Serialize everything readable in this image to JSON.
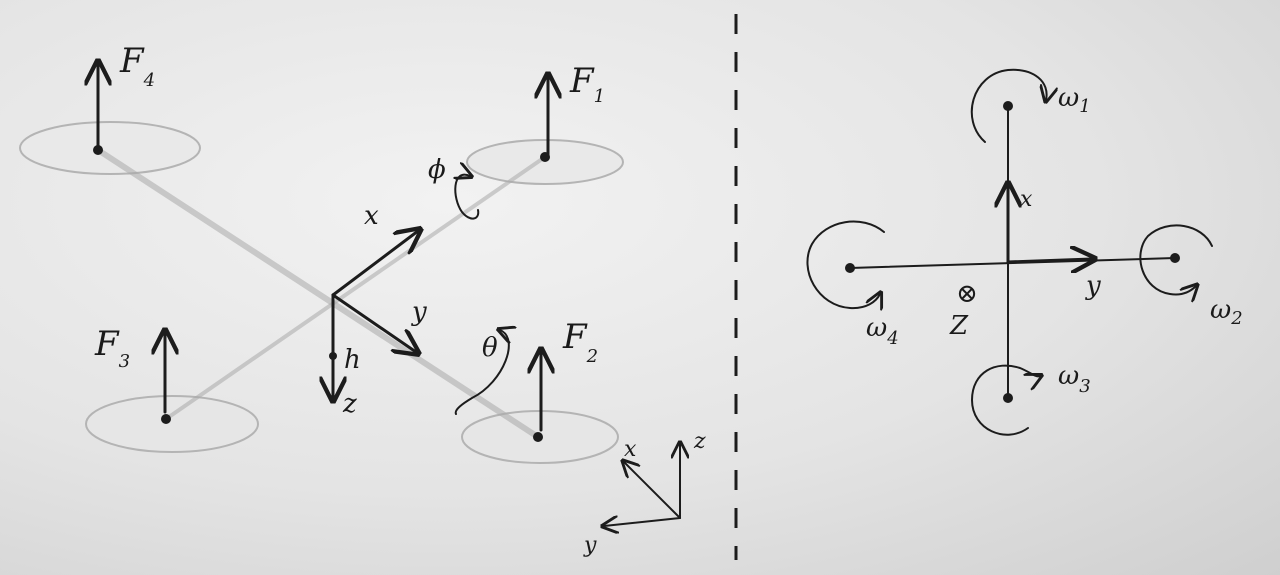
{
  "left_figure": {
    "thrust_labels": {
      "f1": "F",
      "f1_sub": "1",
      "f2": "F",
      "f2_sub": "2",
      "f3": "F",
      "f3_sub": "3",
      "f4": "F",
      "f4_sub": "4"
    },
    "body_axes": {
      "x": "x",
      "y": "y",
      "z": "z",
      "h": "h"
    },
    "angles": {
      "roll": "ϕ",
      "pitch": "θ"
    },
    "world_axes": {
      "x": "x",
      "y": "y",
      "z": "z"
    }
  },
  "right_figure": {
    "rotor_speeds": {
      "w1": "ω",
      "w1_sub": "1",
      "w2": "ω",
      "w2_sub": "2",
      "w3": "ω",
      "w3_sub": "3",
      "w4": "ω",
      "w4_sub": "4"
    },
    "axes": {
      "x": "x",
      "y": "y",
      "z": "Z",
      "z_symbol": "⊗"
    }
  },
  "colors": {
    "ink": "#1c1c1c",
    "pencil": "#aaaaaa",
    "paper": "#ebebeb"
  }
}
